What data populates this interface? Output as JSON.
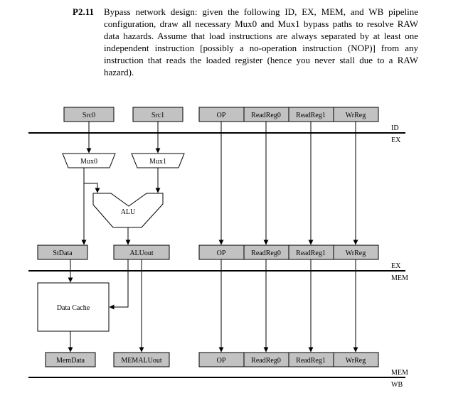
{
  "problem": {
    "number": "P2.11",
    "text": "Bypass network design: given the following ID, EX, MEM, and WB pipeline configuration, draw all necessary Mux0 and Mux1 bypass paths to resolve RAW data hazards. Assume that load instructions are always separated by at least one independent instruction [possibly a no-operation instruction (NOP)] from any instruction that reads the loaded register (hence you never stall due to a RAW hazard)."
  },
  "diagram": {
    "stage_labels": {
      "id_ex_top": "ID",
      "id_ex_bottom": "EX",
      "ex_mem_top": "EX",
      "ex_mem_bottom": "MEM",
      "mem_wb_top": "MEM",
      "mem_wb_bottom": "WB"
    },
    "id_regs": {
      "src0": "Src0",
      "src1": "Src1",
      "op": "OP",
      "readreg0": "ReadReg0",
      "readreg1": "ReadReg1",
      "wrreg": "WrReg"
    },
    "muxes": {
      "mux0": "Mux0",
      "mux1": "Mux1"
    },
    "alu": "ALU",
    "ex_regs": {
      "stdata": "StData",
      "aluout": "ALUout",
      "op": "OP",
      "readreg0": "ReadReg0",
      "readreg1": "ReadReg1",
      "wrreg": "WrReg"
    },
    "data_cache": "Data Cache",
    "mem_regs": {
      "memdata": "MemData",
      "memaluout": "MEMALUout",
      "op": "OP",
      "readreg0": "ReadReg0",
      "readreg1": "ReadReg1",
      "wrreg": "WrReg"
    }
  }
}
